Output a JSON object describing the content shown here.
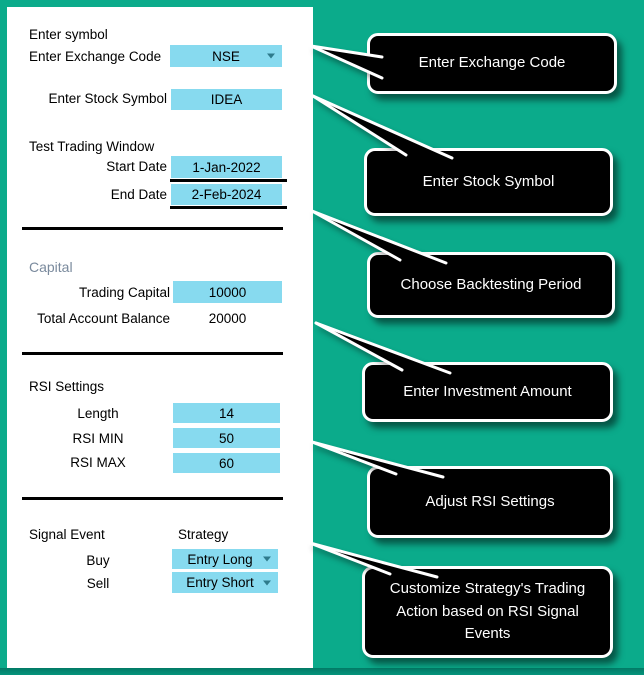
{
  "colors": {
    "background_teal": "#0bab8b",
    "panel_white": "#ffffff",
    "input_cyan": "#87daef",
    "callout_fill": "#000000",
    "callout_border": "#ffffff",
    "capital_heading_gray": "#7a8a9d",
    "bottom_edge_green": "#027a66",
    "dropdown_arrow": "#2e7b8c"
  },
  "form": {
    "symbol_section": {
      "heading": "Enter symbol",
      "exchange_label": "Enter Exchange Code",
      "exchange_value": "NSE",
      "stock_label": "Enter Stock Symbol",
      "stock_value": "IDEA"
    },
    "trading_window": {
      "heading": "Test Trading Window",
      "start_label": "Start Date",
      "start_value": "1-Jan-2022",
      "end_label": "End Date",
      "end_value": "2-Feb-2024"
    },
    "capital": {
      "heading": "Capital",
      "trading_capital_label": "Trading Capital",
      "trading_capital_value": "10000",
      "total_balance_label": "Total Account Balance",
      "total_balance_value": "20000"
    },
    "rsi": {
      "heading": "RSI Settings",
      "length_label": "Length",
      "length_value": "14",
      "min_label": "RSI MIN",
      "min_value": "50",
      "max_label": "RSI MAX",
      "max_value": "60"
    },
    "signals": {
      "event_heading": "Signal Event",
      "strategy_heading": "Strategy",
      "buy_label": "Buy",
      "buy_value": "Entry Long",
      "sell_label": "Sell",
      "sell_value": "Entry Short"
    }
  },
  "callouts": [
    {
      "text": "Enter Exchange Code"
    },
    {
      "text": "Enter Stock Symbol"
    },
    {
      "text": "Choose Backtesting Period"
    },
    {
      "text": "Enter Investment Amount"
    },
    {
      "text": "Adjust RSI Settings"
    },
    {
      "text": "Customize Strategy's Trading Action based on RSI Signal Events"
    }
  ]
}
